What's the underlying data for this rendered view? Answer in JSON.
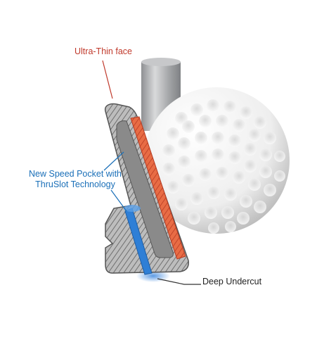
{
  "labels": {
    "face": "Ultra-Thin face",
    "pocket_line1": "New Speed Pocket with",
    "pocket_line2": "ThruSlot Technology",
    "undercut": "Deep Undercut"
  },
  "colors": {
    "face_label": "#c0392b",
    "pocket_label": "#1a6fb8",
    "undercut_label": "#222222",
    "face_insert": "#e0643a",
    "speed_slot": "#2f7fd6",
    "hatch_body": "#8f8f8f",
    "inner_cavity": "#8a8a8a",
    "shaft": "#a7a9ac",
    "ball": "#f7f7f7"
  },
  "icons": {
    "shaft": "golf-shaft-icon",
    "club_head": "iron-cross-section-icon",
    "ball": "golf-ball-icon"
  }
}
